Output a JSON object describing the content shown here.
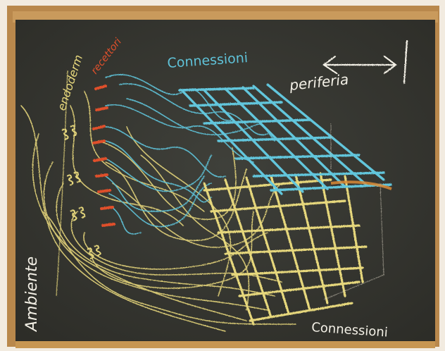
{
  "labels": {
    "connessioni_top": "Connessioni",
    "periferia": "periferia",
    "endoderm": "endoderm",
    "recettori": "recettori",
    "ambiente": "Ambiente",
    "connessioni_bottom": "Connessioni"
  },
  "colors": {
    "board": "#3a3a33",
    "frame": "#b9884c",
    "chalk_white": "#f3f0e6",
    "chalk_cyan": "#5fc2d8",
    "chalk_yellow": "#e6d77c",
    "chalk_red": "#e0502c",
    "chalk_orange": "#d98a36"
  }
}
